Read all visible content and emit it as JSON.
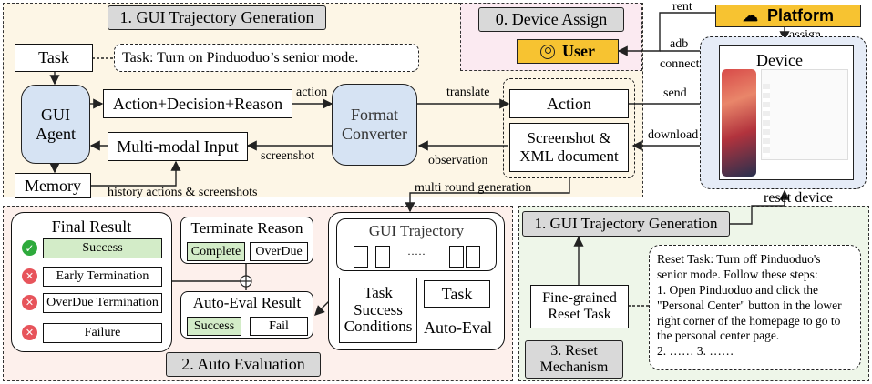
{
  "gen": {
    "title": "1. GUI Trajectory Generation",
    "task_label": "Task",
    "task_text": "Task: Turn on Pinduoduo’s senior mode.",
    "agent": "GUI\nAgent",
    "adr": "Action+Decision+Reason",
    "mm_input": "Multi-modal Input",
    "memory": "Memory",
    "converter": "Format\nConverter",
    "action_label": "action",
    "screenshot_label": "screenshot",
    "translate_label": "translate",
    "observation_label": "observation",
    "history_label": "history actions & screenshots",
    "action_box": "Action",
    "screenshot_box": "Screenshot &\nXML document"
  },
  "device": {
    "title": "0. Device Assign",
    "platform": "Platform",
    "user": "User",
    "rent": "rent",
    "assign": "assign",
    "adb": "adb",
    "connect": "connect",
    "device": "Device",
    "send": "send",
    "download": "download",
    "reset_device": "reset device"
  },
  "multi_round": "multi round generation",
  "eval": {
    "title": "2. Auto Evaluation",
    "final_title": "Final Result",
    "results": [
      "Success",
      "Early Termination",
      "OverDue Termination",
      "Failure"
    ],
    "terminate_title": "Terminate Reason",
    "complete": "Complete",
    "overdue": "OverDue",
    "autoeval_title": "Auto-Eval Result",
    "success": "Success",
    "fail": "Fail",
    "traj_title": "GUI Trajectory",
    "ellipsis": "·····",
    "tsc": "Task\nSuccess\nConditions",
    "task": "Task",
    "autoeval_label": "Auto-Eval"
  },
  "reset": {
    "gen_title": "1. GUI Trajectory Generation",
    "fine": "Fine-grained\nReset Task",
    "mech": "3. Reset\nMechanism",
    "text": "Reset Task: Turn off Pinduoduo's senior mode. Follow these steps:\n1. Open Pinduoduo and click the \"Personal Center\" button in the lower right corner of the homepage to go to the personal center page.\n2. ……      3. ……"
  },
  "colors": {
    "gen_bg": "#fdf6e6",
    "device_bg": "#fbeaf1",
    "eval_bg": "#fdf0ec",
    "reset_bg": "#eef6e9",
    "phone_bg": "#e6ecf7",
    "platform_bg": "#f7c331",
    "user_bg": "#f7c331",
    "success_green": "#2eaa3c",
    "fail_red": "#e7545b"
  }
}
